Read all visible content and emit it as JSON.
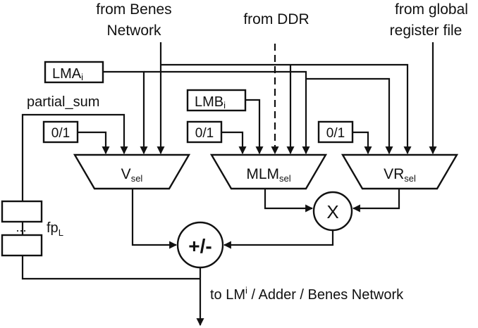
{
  "inputs": {
    "benes_line1": "from Benes",
    "benes_line2": "Network",
    "ddr": "from DDR",
    "global_line1": "from global",
    "global_line2": "register file"
  },
  "registers": {
    "lma": "LMA",
    "lma_sub": "i",
    "lmb": "LMB",
    "lmb_sub": "i",
    "partial_sum": "partial_sum",
    "zero_one": "0/1"
  },
  "muxes": {
    "v": "V",
    "v_sub": "sel",
    "mlm": "MLM",
    "mlm_sub": "sel",
    "vr": "VR",
    "vr_sub": "sel"
  },
  "ops": {
    "multiply": "X",
    "addsub": "+/-"
  },
  "pipeline": {
    "dots": "...",
    "label": "fp",
    "label_sub": "L"
  },
  "output": {
    "prefix": "to LM",
    "sub": "i",
    "suffix": " / Adder  / Benes Network"
  },
  "colors": {
    "line": "#111111",
    "background": "#ffffff"
  }
}
